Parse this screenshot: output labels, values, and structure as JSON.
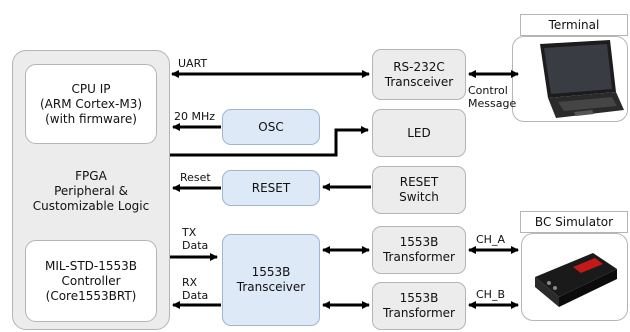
{
  "fpga": {
    "label": "FPGA\nPeripheral &\nCustomizable Logic",
    "cpu": "CPU IP\n(ARM Cortex-M3)\n(with firmware)",
    "mil": "MIL-STD-1553B\nController\n(Core1553BRT)"
  },
  "blocks": {
    "rs232": "RS-232C\nTransceiver",
    "osc": "OSC",
    "led": "LED",
    "reset": "RESET",
    "reset_switch": "RESET\nSwitch",
    "transceiver_1553": "1553B\nTransceiver",
    "transformer_a": "1553B\nTransformer",
    "transformer_b": "1553B\nTransformer"
  },
  "labels": {
    "uart": "UART",
    "mhz": "20 MHz",
    "reset": "Reset",
    "tx_data": "TX\nData",
    "rx_data": "RX\nData",
    "control_message": "Control\nMessage",
    "ch_a": "CH_A",
    "ch_b": "CH_B"
  },
  "devices": {
    "terminal": "Terminal",
    "bc_simulator": "BC Simulator"
  },
  "colors": {
    "fpga_fill": "#ececec",
    "block_fill": "#ececec",
    "blue_fill": "#dde9f6",
    "line": "#000000"
  }
}
